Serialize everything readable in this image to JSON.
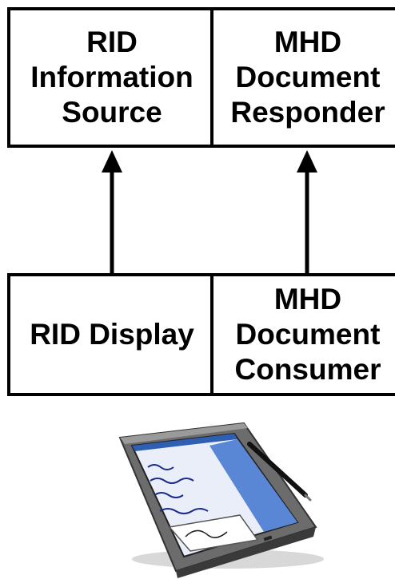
{
  "top_row": {
    "left_actor": "RID\nInformation\nSource",
    "right_actor": "MHD\nDocument\nResponder"
  },
  "bottom_row": {
    "left_actor": "RID Display",
    "right_actor": "MHD\nDocument\nConsumer"
  },
  "device_icon": "tablet-computer-with-stylus-icon",
  "colors": {
    "line": "#000000",
    "background": "#ffffff"
  }
}
